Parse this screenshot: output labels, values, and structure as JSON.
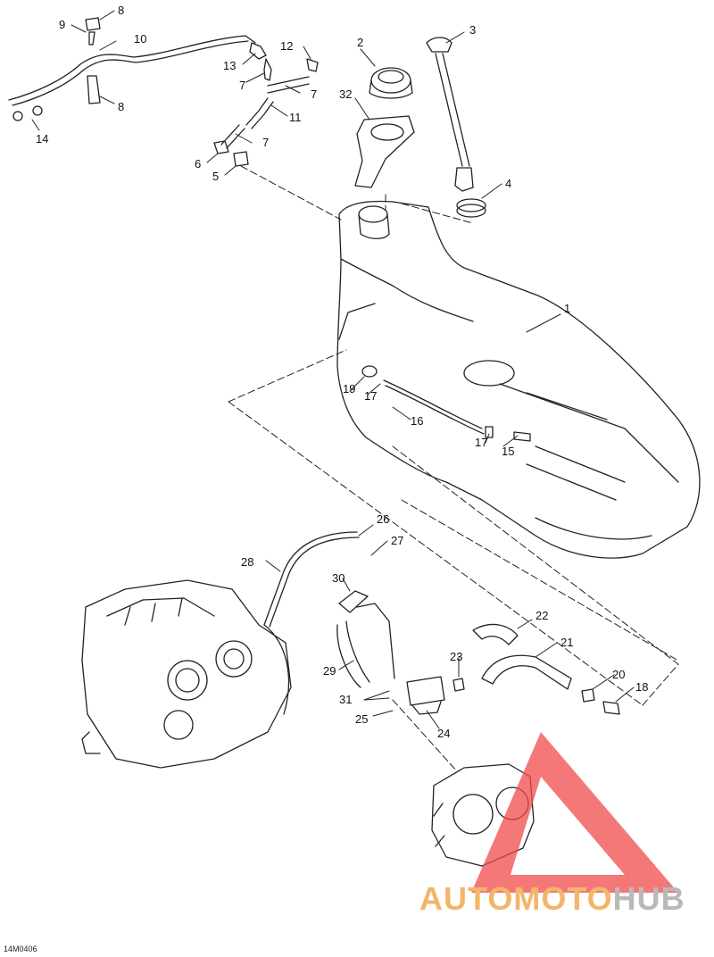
{
  "figure_id": "14M0406",
  "watermark": {
    "part1": "AUTOMOTO",
    "part2": "HUB",
    "color_triangle": "#f04b4b",
    "color_part1": "#f2b66a",
    "color_part2": "#b9b9b9"
  },
  "callouts": [
    {
      "id": "c1",
      "text": "1"
    },
    {
      "id": "c2",
      "text": "2"
    },
    {
      "id": "c3",
      "text": "3"
    },
    {
      "id": "c4",
      "text": "4"
    },
    {
      "id": "c5",
      "text": "5"
    },
    {
      "id": "c6",
      "text": "6"
    },
    {
      "id": "c7a",
      "text": "7"
    },
    {
      "id": "c7b",
      "text": "7"
    },
    {
      "id": "c7c",
      "text": "7"
    },
    {
      "id": "c8a",
      "text": "8"
    },
    {
      "id": "c8b",
      "text": "8"
    },
    {
      "id": "c9",
      "text": "9"
    },
    {
      "id": "c10",
      "text": "10"
    },
    {
      "id": "c11",
      "text": "11"
    },
    {
      "id": "c12",
      "text": "12"
    },
    {
      "id": "c13",
      "text": "13"
    },
    {
      "id": "c14",
      "text": "14"
    },
    {
      "id": "c15",
      "text": "15"
    },
    {
      "id": "c16",
      "text": "16"
    },
    {
      "id": "c17a",
      "text": "17"
    },
    {
      "id": "c17b",
      "text": "17"
    },
    {
      "id": "c18",
      "text": "18"
    },
    {
      "id": "c19",
      "text": "19"
    },
    {
      "id": "c20",
      "text": "20"
    },
    {
      "id": "c21",
      "text": "21"
    },
    {
      "id": "c22",
      "text": "22"
    },
    {
      "id": "c23",
      "text": "23"
    },
    {
      "id": "c24",
      "text": "24"
    },
    {
      "id": "c25",
      "text": "25"
    },
    {
      "id": "c26",
      "text": "26"
    },
    {
      "id": "c27",
      "text": "27"
    },
    {
      "id": "c28",
      "text": "28"
    },
    {
      "id": "c29",
      "text": "29"
    },
    {
      "id": "c30",
      "text": "30"
    },
    {
      "id": "c31",
      "text": "31"
    },
    {
      "id": "c32",
      "text": "32"
    }
  ]
}
